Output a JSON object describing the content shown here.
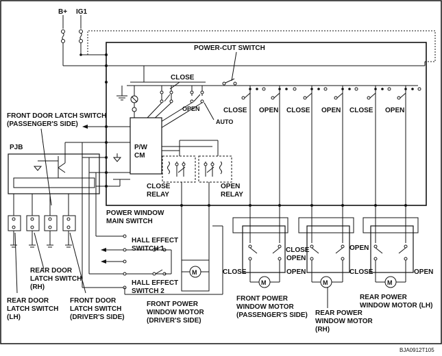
{
  "labels": {
    "b_plus": "B+",
    "ig1": "IG1",
    "power_cut_switch": "POWER-CUT SWITCH",
    "close_top": "CLOSE",
    "open_main": "OPEN",
    "auto": "AUTO",
    "front_door_latch_pass_1": "FRONT DOOR LATCH SWITCH",
    "front_door_latch_pass_2": "(PASSENGER'S SIDE)",
    "pjb": "PJB",
    "pwcm_1": "P/W",
    "pwcm_2": "CM",
    "close_relay_1": "CLOSE",
    "close_relay_2": "RELAY",
    "open_relay_1": "OPEN",
    "open_relay_2": "RELAY",
    "pw_main_switch_1": "POWER WINDOW",
    "pw_main_switch_2": "MAIN SWITCH",
    "hall1_1": "HALL EFFECT",
    "hall1_2": "SWITCH 1",
    "hall2_1": "HALL EFFECT",
    "hall2_2": "SWITCH 2",
    "rear_door_latch_rh_1": "REAR DOOR",
    "rear_door_latch_rh_2": "LATCH SWITCH",
    "rear_door_latch_rh_3": "(RH)",
    "rear_door_latch_lh_1": "REAR DOOR",
    "rear_door_latch_lh_2": "LATCH SWITCH",
    "rear_door_latch_lh_3": "(LH)",
    "front_door_latch_drv_1": "FRONT DOOR",
    "front_door_latch_drv_2": "LATCH SWITCH",
    "front_door_latch_drv_3": "(DRIVER'S SIDE)",
    "front_motor_drv_1": "FRONT POWER",
    "front_motor_drv_2": "WINDOW MOTOR",
    "front_motor_drv_3": "(DRIVER'S SIDE)",
    "front_motor_pass_1": "FRONT POWER",
    "front_motor_pass_2": "WINDOW MOTOR",
    "front_motor_pass_3": "(PASSENGER'S SIDE)",
    "rear_motor_rh_1": "REAR POWER",
    "rear_motor_rh_2": "WINDOW MOTOR",
    "rear_motor_rh_3": "(RH)",
    "rear_motor_lh_1": "REAR POWER",
    "rear_motor_lh_2": "WINDOW MOTOR (LH)",
    "sw_close": "CLOSE",
    "sw_open": "OPEN",
    "motor_m": "M",
    "figure_code": "BJA0912T105"
  }
}
